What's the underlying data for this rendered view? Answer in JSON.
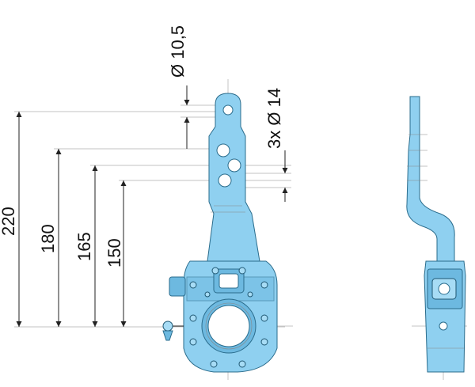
{
  "dimensions": {
    "hole_small": "Ø 10,5",
    "holes_large": "3x Ø 14",
    "height_220": "220",
    "height_180": "180",
    "height_165": "165",
    "height_150": "150"
  },
  "colors": {
    "part": "#8fd0f0",
    "part_outline": "#2a6c8c",
    "dimension_line": "#222222"
  }
}
